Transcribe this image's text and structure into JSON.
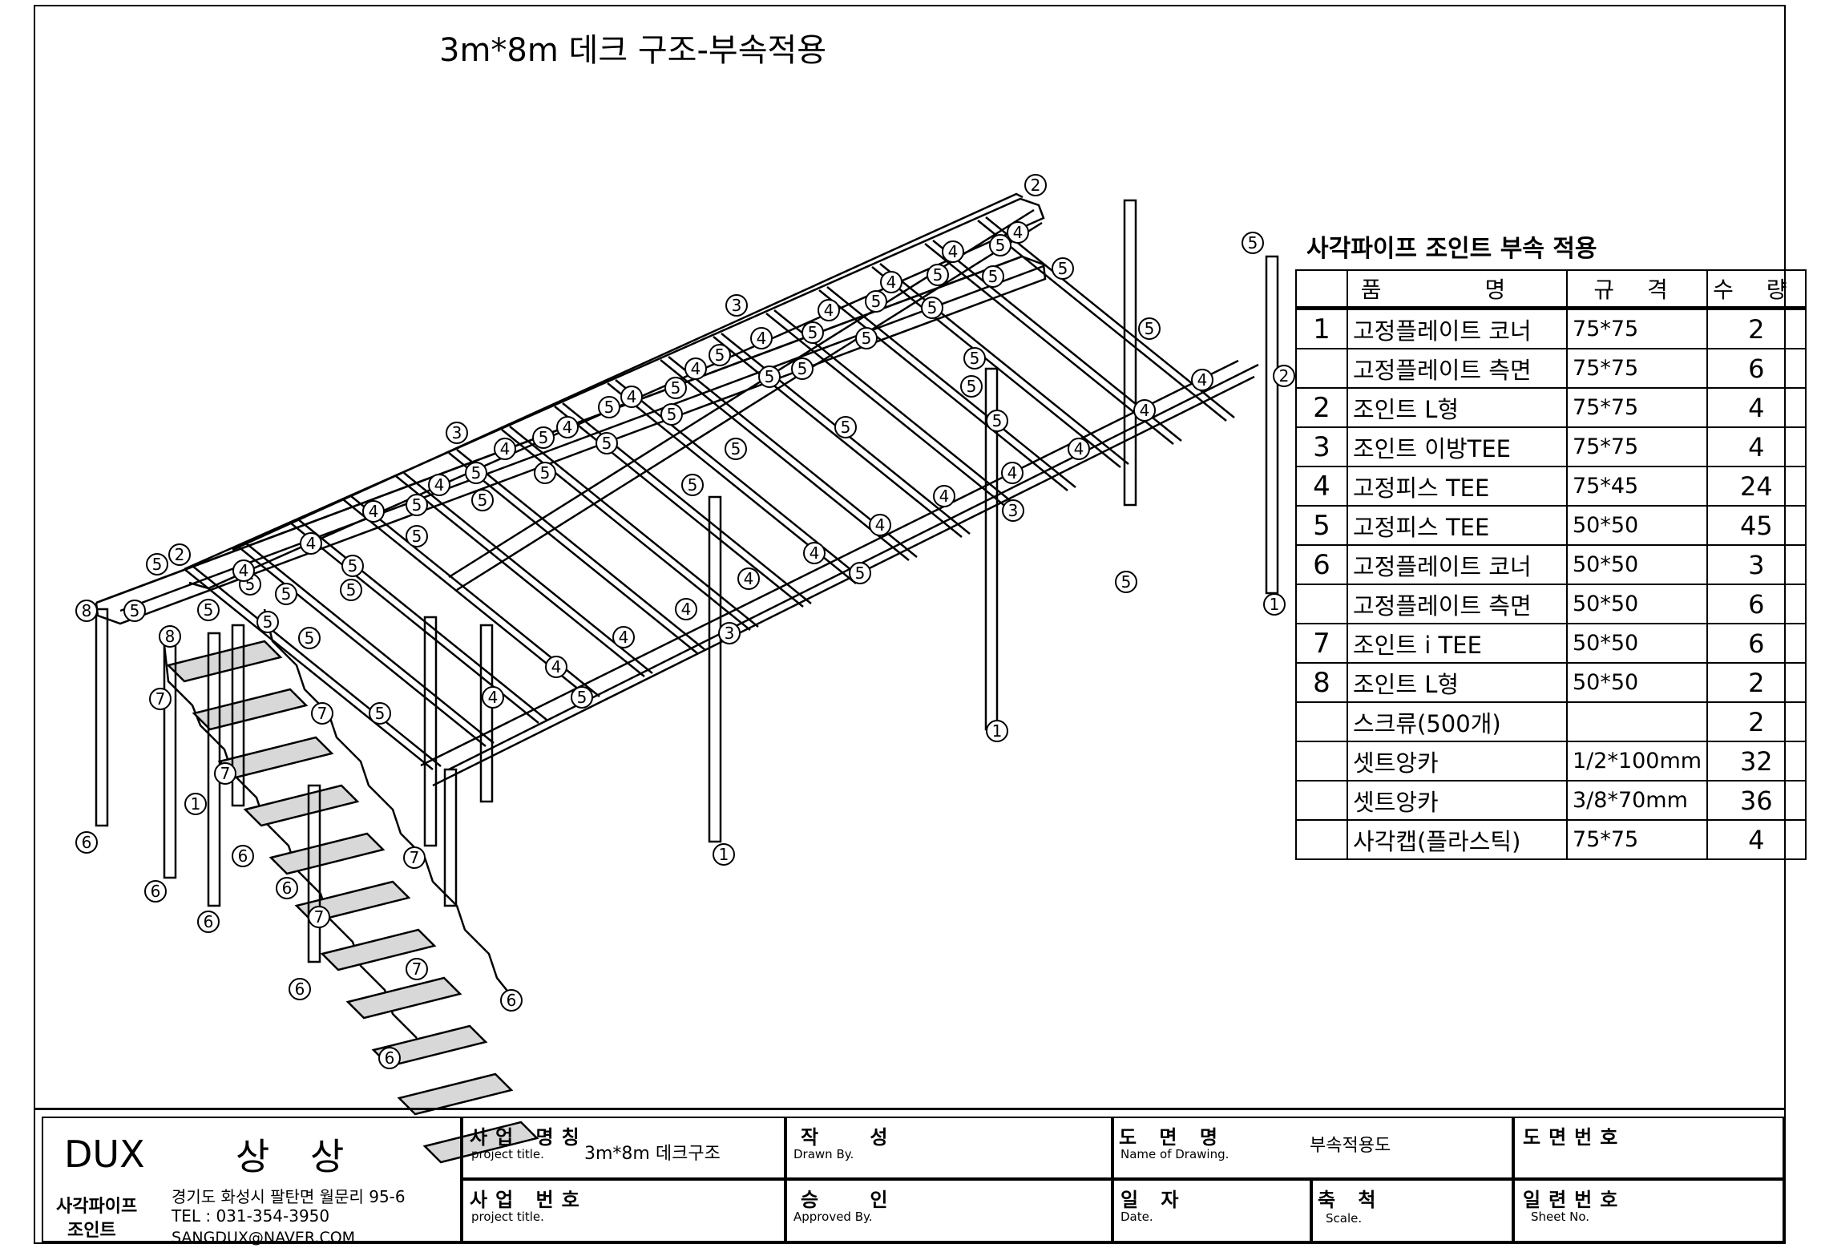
{
  "title": "3m*8m 데크 구조-부속적용",
  "parts_table": {
    "title": "사각파이프 조인트 부속 적용",
    "headers": [
      "",
      "품 명",
      "규 격",
      "수 량"
    ],
    "rows": [
      {
        "no": "1",
        "name": "고정플레이트 코너",
        "spec": "75*75",
        "qty": "2"
      },
      {
        "no": "",
        "name": "고정플레이트 측면",
        "spec": "75*75",
        "qty": "6"
      },
      {
        "no": "2",
        "name": "조인트 L형",
        "spec": "75*75",
        "qty": "4"
      },
      {
        "no": "3",
        "name": "조인트 이방TEE",
        "spec": "75*75",
        "qty": "4"
      },
      {
        "no": "4",
        "name": "고정피스 TEE",
        "spec": "75*45",
        "qty": "24"
      },
      {
        "no": "5",
        "name": "고정피스 TEE",
        "spec": "50*50",
        "qty": "45"
      },
      {
        "no": "6",
        "name": "고정플레이트 코너",
        "spec": "50*50",
        "qty": "3"
      },
      {
        "no": "",
        "name": "고정플레이트 측면",
        "spec": "50*50",
        "qty": "6"
      },
      {
        "no": "7",
        "name": "조인트 i TEE",
        "spec": "50*50",
        "qty": "6"
      },
      {
        "no": "8",
        "name": "조인트 L형",
        "spec": "50*50",
        "qty": "2"
      },
      {
        "no": "",
        "name": "스크류(500개)",
        "spec": "",
        "qty": "2"
      },
      {
        "no": "",
        "name": "셋트앙카",
        "spec": "1/2*100mm",
        "qty": "32"
      },
      {
        "no": "",
        "name": "셋트앙카",
        "spec": "3/8*70mm",
        "qty": "36"
      },
      {
        "no": "",
        "name": "사각캡(플라스틱)",
        "spec": "75*75",
        "qty": "4"
      }
    ]
  },
  "title_block": {
    "company_en": "DUX",
    "company_kr": "상 상",
    "company_sub1": "사각파이프",
    "company_sub2": "조인트",
    "address": "경기도 화성시 팔탄면 월문리 95-6",
    "tel": "TEL : 031-354-3950",
    "email": "SANGDUX@NAVER.COM",
    "project_name_kr": "사업 명칭",
    "project_name_en": "project title.",
    "project_name_value": "3m*8m 데크구조",
    "project_no_kr": "사업 번호",
    "project_no_en": "project title.",
    "drawn_kr": "작 성",
    "drawn_en": "Drawn By.",
    "approved_kr": "승 인",
    "approved_en": "Approved By.",
    "drawing_name_kr": "도 면 명",
    "drawing_name_en": "Name of Drawing.",
    "drawing_name_value": "부속적용도",
    "date_kr": "일 자",
    "date_en": "Date.",
    "scale_kr": "축 척",
    "scale_en": "Scale.",
    "drawing_no_kr": "도면번호",
    "sheet_no_kr": "일련번호",
    "sheet_no_en": "Sheet No."
  },
  "callouts": [
    "1",
    "2",
    "3",
    "4",
    "5",
    "6",
    "7",
    "8"
  ]
}
